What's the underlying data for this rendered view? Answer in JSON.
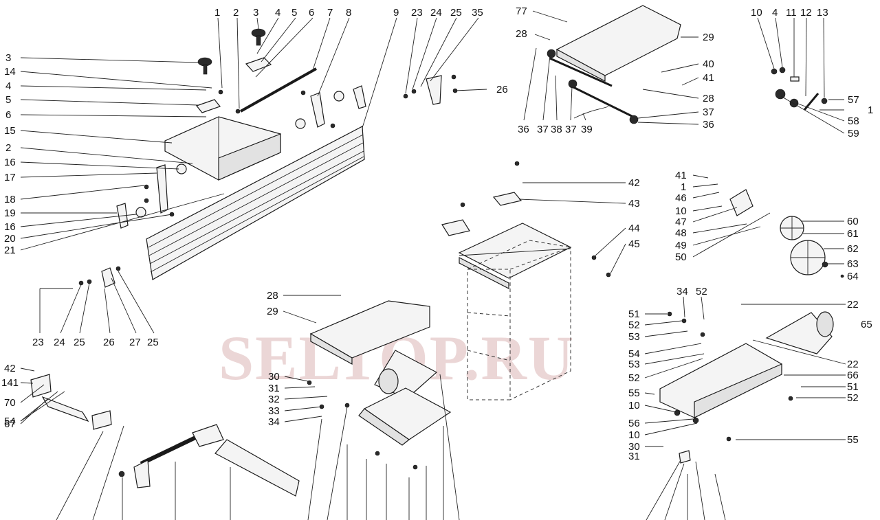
{
  "watermark": "SELTOP.RU",
  "callouts": [
    {
      "id": "top-1",
      "text": "1"
    },
    {
      "id": "top-2",
      "text": "2"
    },
    {
      "id": "top-3",
      "text": "3"
    },
    {
      "id": "top-4",
      "text": "4"
    },
    {
      "id": "top-5",
      "text": "5"
    },
    {
      "id": "top-6",
      "text": "6"
    },
    {
      "id": "top-7",
      "text": "7"
    },
    {
      "id": "top-8",
      "text": "8"
    },
    {
      "id": "top-9",
      "text": "9"
    },
    {
      "id": "top-23",
      "text": "23"
    },
    {
      "id": "top-24",
      "text": "24"
    },
    {
      "id": "top-25",
      "text": "25"
    },
    {
      "id": "top-35",
      "text": "35"
    },
    {
      "id": "top-77",
      "text": "77"
    },
    {
      "id": "top-28",
      "text": "28"
    },
    {
      "id": "top-29",
      "text": "29"
    },
    {
      "id": "top-10",
      "text": "10"
    },
    {
      "id": "top-4b",
      "text": "4"
    },
    {
      "id": "top-11",
      "text": "11"
    },
    {
      "id": "top-12",
      "text": "12"
    },
    {
      "id": "top-13",
      "text": "13"
    },
    {
      "id": "l-3",
      "text": "3"
    },
    {
      "id": "l-14",
      "text": "14"
    },
    {
      "id": "l-4",
      "text": "4"
    },
    {
      "id": "l-5",
      "text": "5"
    },
    {
      "id": "l-6",
      "text": "6"
    },
    {
      "id": "l-15",
      "text": "15"
    },
    {
      "id": "l-2",
      "text": "2"
    },
    {
      "id": "l-16a",
      "text": "16"
    },
    {
      "id": "l-17",
      "text": "17"
    },
    {
      "id": "l-18",
      "text": "18"
    },
    {
      "id": "l-19",
      "text": "19"
    },
    {
      "id": "l-16b",
      "text": "16"
    },
    {
      "id": "l-20",
      "text": "20"
    },
    {
      "id": "l-21",
      "text": "21"
    },
    {
      "id": "r-26",
      "text": "26"
    },
    {
      "id": "r-40",
      "text": "40"
    },
    {
      "id": "r-41",
      "text": "41"
    },
    {
      "id": "r-28b",
      "text": "28"
    },
    {
      "id": "r-37a",
      "text": "37"
    },
    {
      "id": "r-36a",
      "text": "36"
    },
    {
      "id": "b-36",
      "text": "36"
    },
    {
      "id": "b-37a",
      "text": "37"
    },
    {
      "id": "b-38",
      "text": "38"
    },
    {
      "id": "b-37b",
      "text": "37"
    },
    {
      "id": "b-39",
      "text": "39"
    },
    {
      "id": "rr-57",
      "text": "57"
    },
    {
      "id": "rr-1",
      "text": "1"
    },
    {
      "id": "rr-58",
      "text": "58"
    },
    {
      "id": "rr-59",
      "text": "59"
    },
    {
      "id": "c-42",
      "text": "42"
    },
    {
      "id": "c-43",
      "text": "43"
    },
    {
      "id": "c-44",
      "text": "44"
    },
    {
      "id": "c-45",
      "text": "45"
    },
    {
      "id": "w-41",
      "text": "41"
    },
    {
      "id": "w-1",
      "text": "1"
    },
    {
      "id": "w-46",
      "text": "46"
    },
    {
      "id": "w-10",
      "text": "10"
    },
    {
      "id": "w-47",
      "text": "47"
    },
    {
      "id": "w-48",
      "text": "48"
    },
    {
      "id": "w-49",
      "text": "49"
    },
    {
      "id": "w-50",
      "text": "50"
    },
    {
      "id": "w-60",
      "text": "60"
    },
    {
      "id": "w-61",
      "text": "61"
    },
    {
      "id": "w-62",
      "text": "62"
    },
    {
      "id": "w-63",
      "text": "63"
    },
    {
      "id": "w-64",
      "text": "64"
    },
    {
      "id": "lb-23",
      "text": "23"
    },
    {
      "id": "lb-24",
      "text": "24"
    },
    {
      "id": "lb-25",
      "text": "25"
    },
    {
      "id": "lb-26",
      "text": "26"
    },
    {
      "id": "lb-27",
      "text": "27"
    },
    {
      "id": "lb-25b",
      "text": "25"
    },
    {
      "id": "m-28",
      "text": "28"
    },
    {
      "id": "m-29",
      "text": "29"
    },
    {
      "id": "h-51",
      "text": "51"
    },
    {
      "id": "h-52",
      "text": "52"
    },
    {
      "id": "h-53",
      "text": "53"
    },
    {
      "id": "h-34",
      "text": "34"
    },
    {
      "id": "h-52t",
      "text": "52"
    },
    {
      "id": "h-22",
      "text": "22"
    },
    {
      "id": "h-65",
      "text": "65"
    },
    {
      "id": "h-54",
      "text": "54"
    },
    {
      "id": "h-53b",
      "text": "53"
    },
    {
      "id": "h-52b",
      "text": "52"
    },
    {
      "id": "h-22b",
      "text": "22"
    },
    {
      "id": "h-66",
      "text": "66"
    },
    {
      "id": "h-55",
      "text": "55"
    },
    {
      "id": "h-51b",
      "text": "51"
    },
    {
      "id": "h-52c",
      "text": "52"
    },
    {
      "id": "h-10",
      "text": "10"
    },
    {
      "id": "h-56",
      "text": "56"
    },
    {
      "id": "h-10b",
      "text": "10"
    },
    {
      "id": "h-55b",
      "text": "55"
    },
    {
      "id": "h-30",
      "text": "30"
    },
    {
      "id": "h-31",
      "text": "31"
    },
    {
      "id": "ll-42",
      "text": "42"
    },
    {
      "id": "ll-141",
      "text": "141"
    },
    {
      "id": "ll-70",
      "text": "70"
    },
    {
      "id": "ll-67",
      "text": "67"
    },
    {
      "id": "ll-54",
      "text": "54"
    },
    {
      "id": "cb-30",
      "text": "30"
    },
    {
      "id": "cb-31",
      "text": "31"
    },
    {
      "id": "cb-32",
      "text": "32"
    },
    {
      "id": "cb-33",
      "text": "33"
    },
    {
      "id": "cb-34",
      "text": "34"
    }
  ]
}
